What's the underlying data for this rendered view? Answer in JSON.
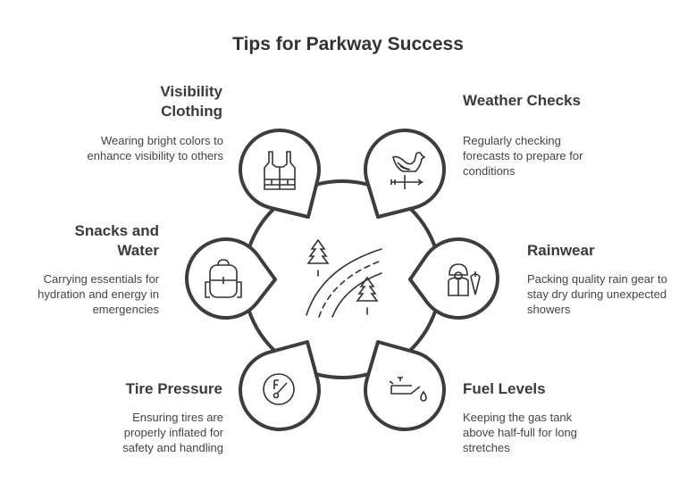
{
  "title": "Tips for Parkway Success",
  "colors": {
    "stroke": "#3d3d3d",
    "text": "#333333"
  },
  "items": [
    {
      "id": "visibility",
      "heading": "Visibility Clothing",
      "heading_lines": [
        "Visibility",
        "Clothing"
      ],
      "description": "Wearing bright colors to enhance visibility to others",
      "icon": "safety-vest-icon"
    },
    {
      "id": "weather",
      "heading": "Weather Checks",
      "description": "Regularly checking forecasts to prepare for conditions",
      "icon": "weathervane-rooster-icon"
    },
    {
      "id": "snacks",
      "heading": "Snacks and Water",
      "heading_lines": [
        "Snacks and",
        "Water"
      ],
      "description": "Carrying essentials for hydration and energy in emergencies",
      "icon": "backpack-icon"
    },
    {
      "id": "rainwear",
      "heading": "Rainwear",
      "description": "Packing quality rain gear to stay dry during unexpected showers",
      "icon": "raincoat-umbrella-icon"
    },
    {
      "id": "tire",
      "heading": "Tire Pressure",
      "description": "Ensuring tires are properly inflated for safety and handling",
      "icon": "gauge-icon"
    },
    {
      "id": "fuel",
      "heading": "Fuel Levels",
      "description": "Keeping the gas tank above half-full for long stretches",
      "icon": "oil-can-icon"
    }
  ]
}
